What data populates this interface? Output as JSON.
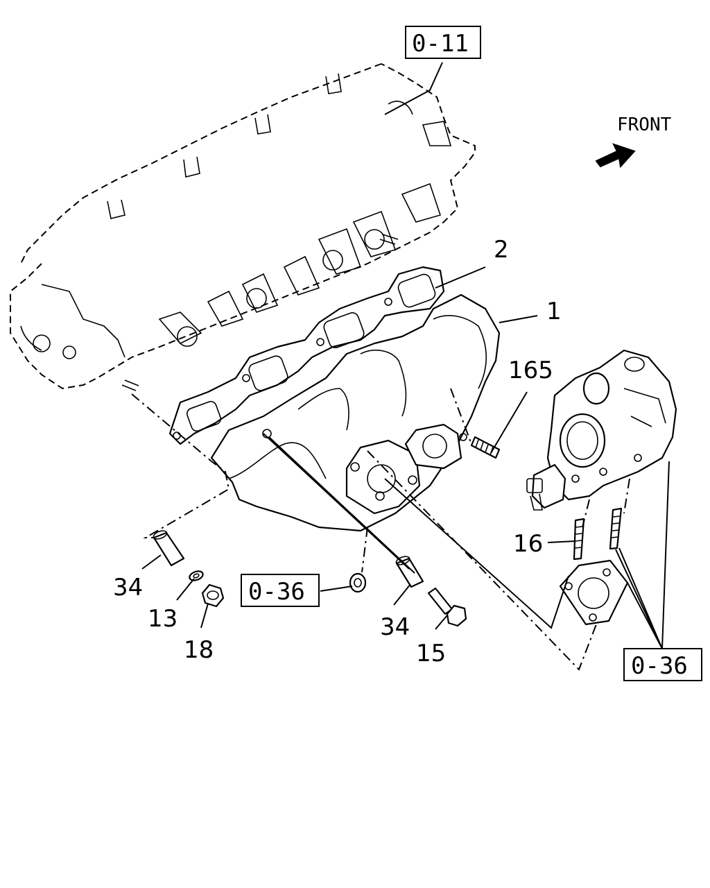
{
  "direction": {
    "text": "FRONT"
  },
  "refs": {
    "top": "0-11",
    "mid": "0-36",
    "right": "0-36"
  },
  "callouts": {
    "c1": "1",
    "c2": "2",
    "c165": "165",
    "c16": "16",
    "c34a": "34",
    "c13": "13",
    "c18": "18",
    "c34b": "34",
    "c15": "15"
  }
}
